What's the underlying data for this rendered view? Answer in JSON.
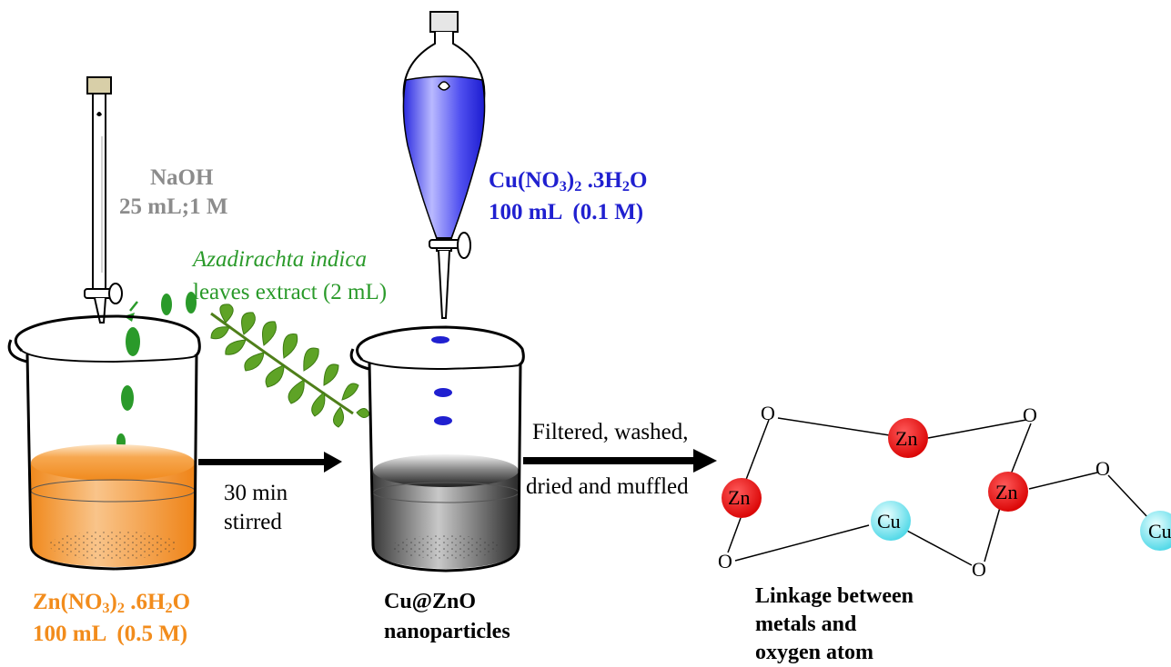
{
  "labels": {
    "naoh_line1": "NaOH",
    "naoh_line2": "25 mL;1 M",
    "cu_formula": "Cu(NO3)2 .3H2O",
    "cu_amount": "100 mL  (0.1 M)",
    "extract_line1": "Azadirachta indica",
    "extract_line2": "leaves extract (2 mL)",
    "zn_formula": "Zn(NO3)2 .6H2O",
    "zn_amount": "100 mL  (0.5 M)",
    "stir_line1": "30 min",
    "stir_line2": "stirred",
    "product_line1": "Cu@ZnO",
    "product_line2": "nanoparticles",
    "process_line1": "Filtered, washed,",
    "process_line2": "dried and muffled",
    "linkage_line1": "Linkage between",
    "linkage_line2": "metals and",
    "linkage_line3": "oxygen atom"
  },
  "atoms": {
    "oxygen": "O",
    "zinc": "Zn",
    "copper": "Cu"
  },
  "colors": {
    "naoh": "#8c8c8c",
    "copper_solution": "#2020d0",
    "zinc_solution": "#f28c1c",
    "extract": "#2a9a2a",
    "zn_atom": "#e00000",
    "cu_atom": "#7fe9f2"
  }
}
